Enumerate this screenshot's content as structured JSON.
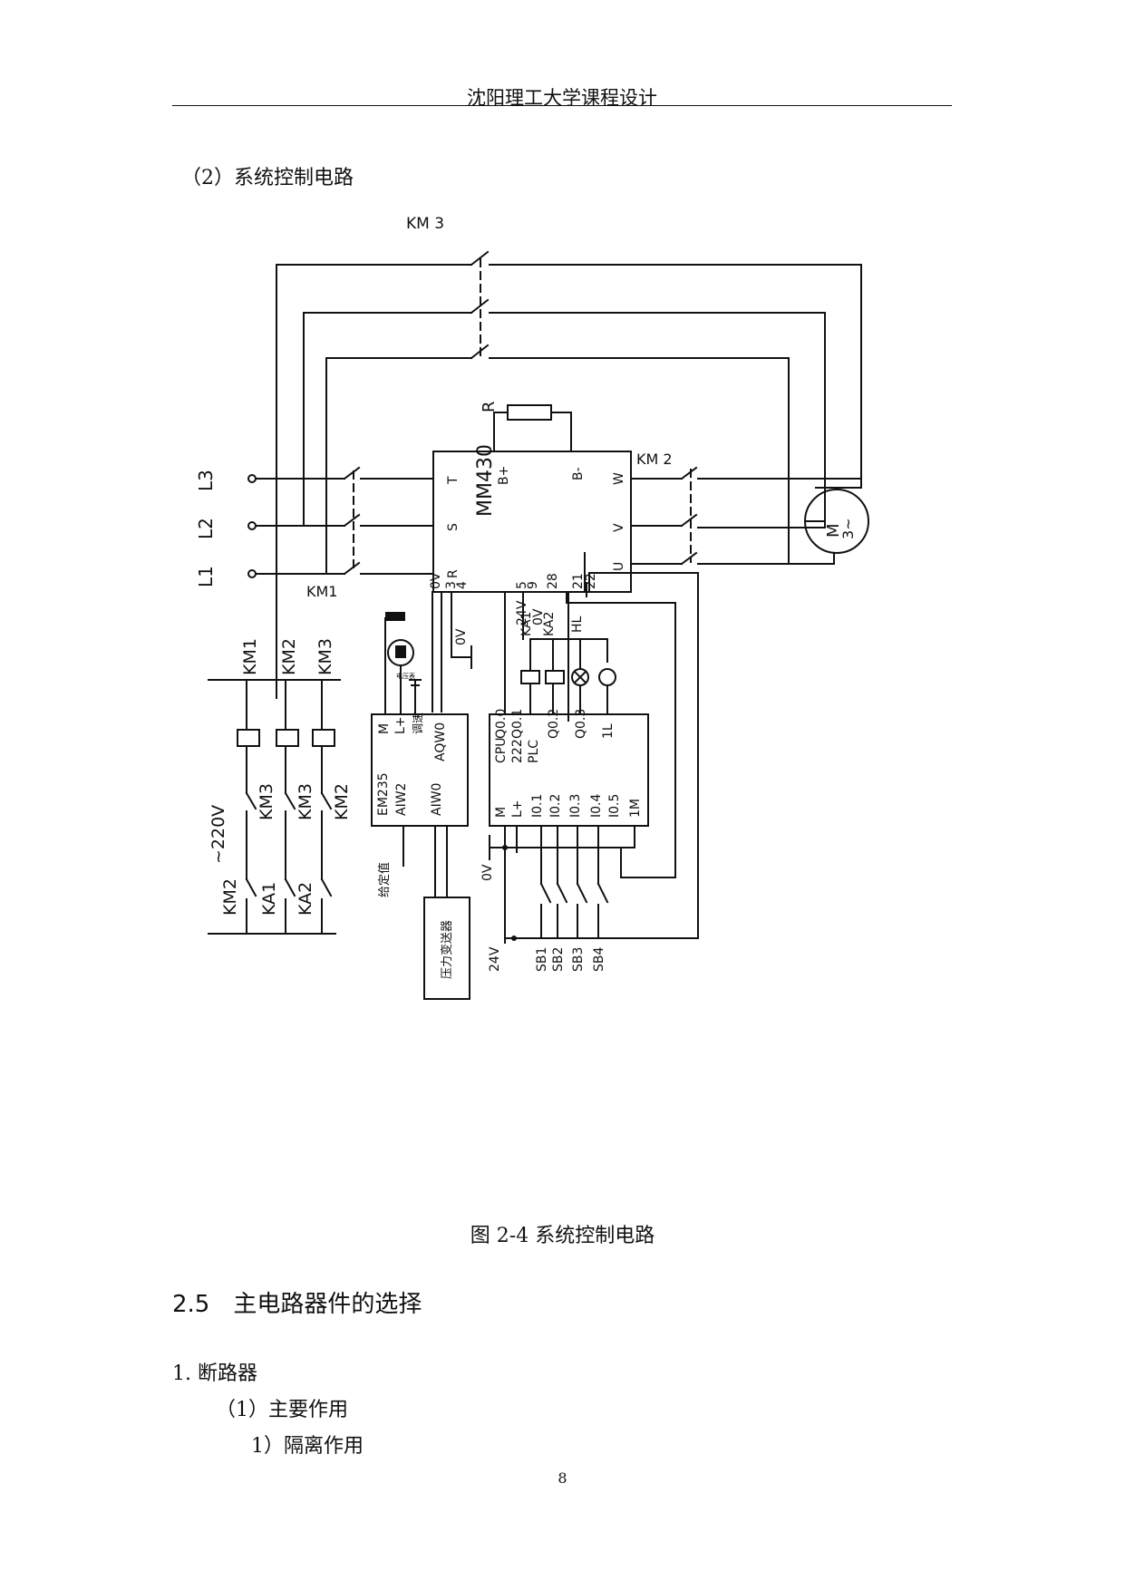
{
  "header": {
    "running_title": "沈阳理工大学课程设计"
  },
  "subsection_title": "（2）系统控制电路",
  "figure": {
    "caption": "图 2-4 系统控制电路",
    "labels": {
      "km3_top": "KM 3",
      "km2": "KM 2",
      "km1": "KM1",
      "l3": "L3",
      "l2": "L2",
      "l1": "L1",
      "resistor": "R",
      "b_plus": "B+",
      "b_minus": "B-",
      "t": "T",
      "s": "S",
      "r_term": "R",
      "w": "W",
      "v": "V",
      "u": "U",
      "mm430": "MM430",
      "t_0v": "0V",
      "t_3": "3",
      "t_4": "4",
      "t_5": "5",
      "t_9": "9",
      "t_28": "28",
      "t_21": "21",
      "t_22": "22",
      "motor_m": "M",
      "motor_3": "3~",
      "out_24v": "24V",
      "out_0v": "0V",
      "ground_0v": "0V",
      "ka1": "KA1",
      "ka2": "KA2",
      "hl": "HL",
      "coil_km1": "KM1",
      "coil_km2": "KM2",
      "coil_km3": "KM3",
      "contact_km3a": "KM3",
      "contact_km3b": "KM3",
      "contact_km2": "KM2",
      "v220": "~220V",
      "bottom_km2": "KM2",
      "bottom_ka1": "KA1",
      "bottom_ka2": "KA2",
      "em235": "EM235",
      "aiw2": "AIW2",
      "aiw0": "AIW0",
      "em_m": "M",
      "em_lplus": "L+",
      "em_tuning": "调速",
      "em_aqw0": "AQW0",
      "tiny_meter": "电压表",
      "given_value": "给定值",
      "pressure_sensor": "压力变送器",
      "cpu_m": "M",
      "cpu_lplus": "L+",
      "i01": "I0.1",
      "i02": "I0.2",
      "i03": "I0.3",
      "i04": "I0.4",
      "i05": "I0.5",
      "m1": "1M",
      "cpu": "CPU",
      "c222": "222",
      "plc": "PLC",
      "q00": "Q0.0",
      "q01": "Q0.1",
      "q02": "Q0.2",
      "q03": "Q0.3",
      "l1out": "1L",
      "bottom_24v": "24V",
      "sb1": "SB1",
      "sb2": "SB2",
      "sb3": "SB3",
      "sb4": "SB4"
    }
  },
  "section": {
    "number": "2.5",
    "title": "主电路器件的选择"
  },
  "items": {
    "item1": "1.  断路器",
    "item1_1": "（1）主要作用",
    "item1_1_1": "1）隔离作用"
  },
  "page_number": "8"
}
